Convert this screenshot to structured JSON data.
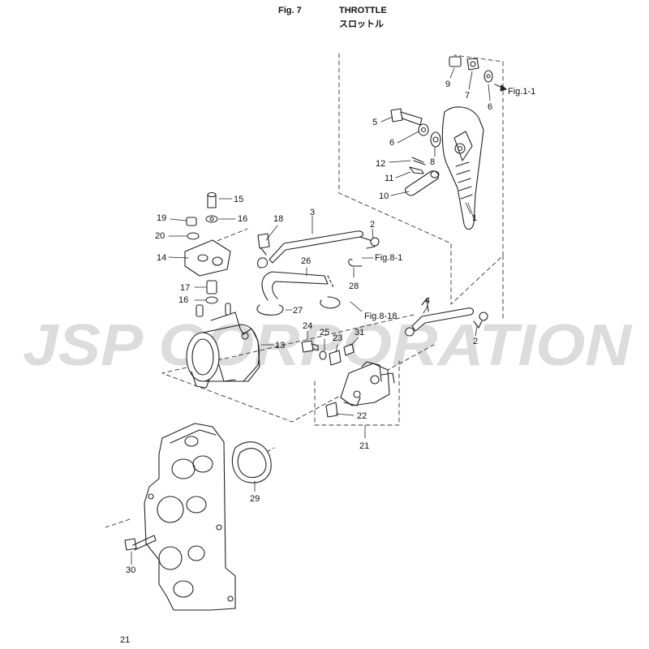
{
  "header": {
    "fig_label": "Fig. 7",
    "title_en": "THROTTLE",
    "title_jp": "スロットル"
  },
  "watermark": {
    "text": "JSP CORPORATION",
    "color": "#d9d9d9"
  },
  "part_numbers": [
    "1",
    "2",
    "3",
    "4",
    "5",
    "6",
    "7",
    "8",
    "9",
    "10",
    "11",
    "12",
    "13",
    "14",
    "15",
    "16",
    "17",
    "18",
    "19",
    "20",
    "21",
    "22",
    "23",
    "24",
    "25",
    "26",
    "27",
    "28",
    "29",
    "30",
    "31"
  ],
  "labels": {
    "p9": "9",
    "p7": "7",
    "p6a": "6",
    "p5": "5",
    "p6b": "6",
    "p8": "8",
    "p12": "12",
    "p11": "11",
    "p10": "10",
    "p1": "1",
    "p15": "15",
    "p19": "19",
    "p16a": "16",
    "p20": "20",
    "p14": "14",
    "p17": "17",
    "p16b": "16",
    "p18": "18",
    "p3": "3",
    "p2a": "2",
    "p26": "26",
    "p28": "28",
    "p27": "27",
    "p13": "13",
    "p4": "4",
    "p2b": "2",
    "p24": "24",
    "p25": "25",
    "p23": "23",
    "p31": "31",
    "p22": "22",
    "p21": "21",
    "p29": "29",
    "p30": "30"
  },
  "references": {
    "fig_1_1": "Fig.1-1",
    "fig_8_1": "Fig.8-1",
    "fig_8_18": "Fig.8-18"
  },
  "footer": {
    "page_number": "21"
  },
  "colors": {
    "line": "#222222",
    "dash": "#333333",
    "text": "#111111"
  }
}
